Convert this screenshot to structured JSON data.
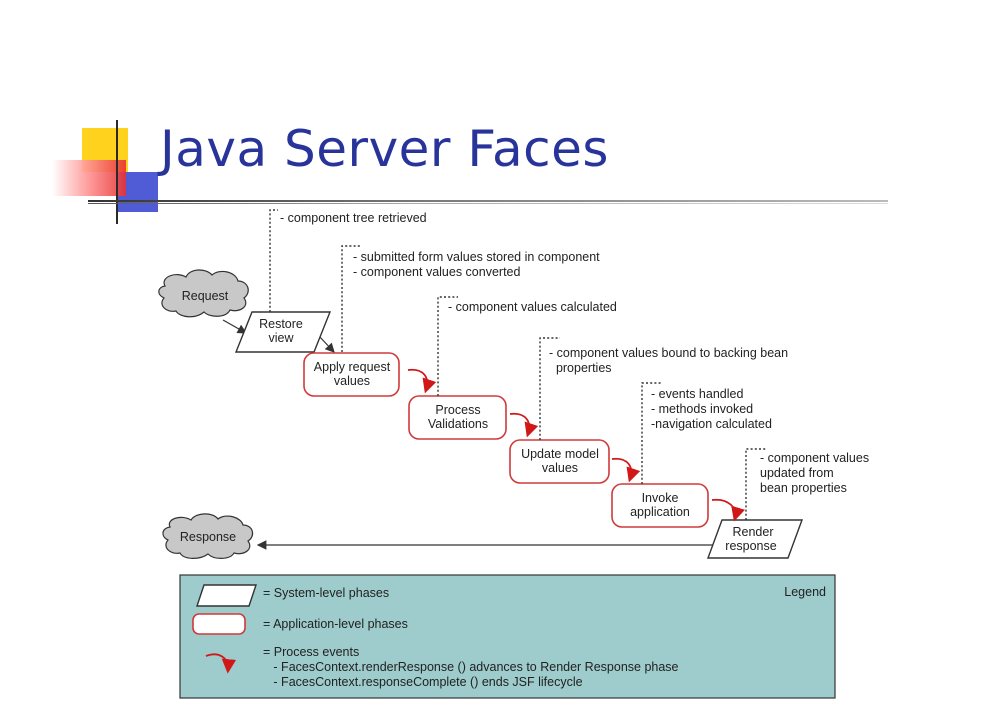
{
  "slide": {
    "title": "Java Server Faces"
  },
  "diagram": {
    "endpoints": {
      "request": "Request",
      "response": "Response"
    },
    "phases": [
      {
        "id": "restore",
        "kind": "system",
        "lines": [
          "Restore",
          "view"
        ]
      },
      {
        "id": "apply",
        "kind": "application",
        "lines": [
          "Apply request",
          "values"
        ]
      },
      {
        "id": "process",
        "kind": "application",
        "lines": [
          "Process",
          "Validations"
        ]
      },
      {
        "id": "update",
        "kind": "application",
        "lines": [
          "Update model",
          "values"
        ]
      },
      {
        "id": "invoke",
        "kind": "application",
        "lines": [
          "Invoke",
          "application"
        ]
      },
      {
        "id": "render",
        "kind": "system",
        "lines": [
          "Render",
          "response"
        ]
      }
    ],
    "notes": [
      {
        "phase": "restore",
        "lines": [
          "- component tree retrieved"
        ]
      },
      {
        "phase": "apply",
        "lines": [
          "- submitted form values stored in component",
          "- component values converted"
        ]
      },
      {
        "phase": "process",
        "lines": [
          "- component values calculated"
        ]
      },
      {
        "phase": "update",
        "lines": [
          "- component values bound to backing bean",
          "  properties"
        ]
      },
      {
        "phase": "invoke",
        "lines": [
          "- events handled",
          "- methods invoked",
          "-navigation calculated"
        ]
      },
      {
        "phase": "render",
        "lines": [
          "- component values",
          "updated from",
          "bean properties"
        ]
      }
    ]
  },
  "legend": {
    "title": "Legend",
    "system_label": "= System-level phases",
    "application_label": "= Application-level phases",
    "events_lines": [
      "= Process events",
      "   - FacesContext.renderResponse () advances to Render Response phase",
      "   - FacesContext.responseComplete () ends JSF lifecycle"
    ]
  },
  "colors": {
    "title": "#28349a",
    "application_border": "#d13a3a",
    "process_event_arrow": "#d01818",
    "cloud_fill": "#c8c8c8",
    "legend_background": "#9ecbcb"
  }
}
